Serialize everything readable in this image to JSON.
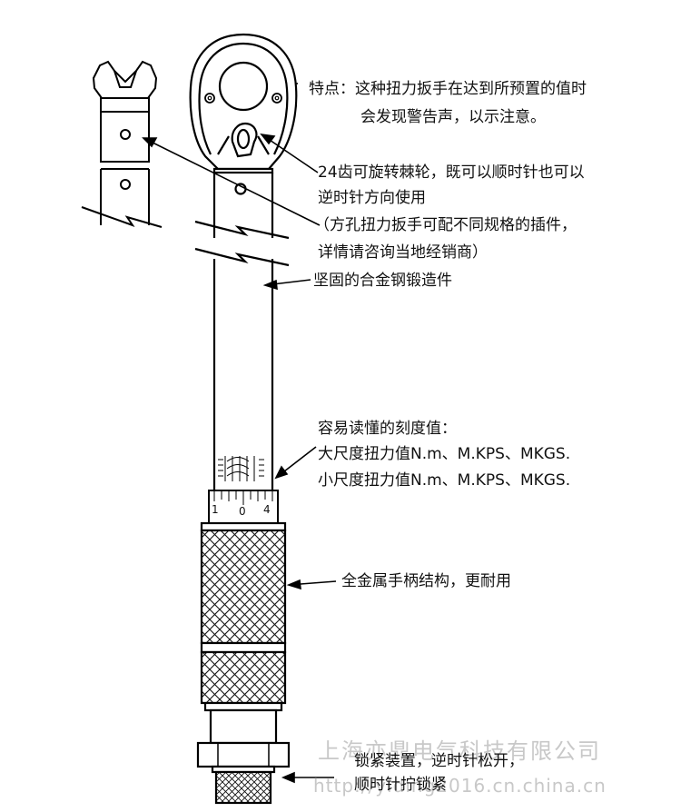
{
  "labels": {
    "feature_1": "特点：这种扭力扳手在达到所预置的值时",
    "feature_2": "会发现警告声，以示注意。",
    "ratchet_1": "24齿可旋转棘轮，既可以顺时针也可以",
    "ratchet_2": "逆时针方向使用",
    "ratchet_3": "（方孔扭力扳手可配不同规格的插件，",
    "ratchet_4": "详情请咨询当地经销商）",
    "forged": "坚固的合金钢锻造件",
    "scale_1": "容易读懂的刻度值：",
    "scale_2": "大尺度扭力值N.m、M.KPS、MKGS.",
    "scale_3": "小尺度扭力值N.m、M.KPS、MKGS.",
    "handle": "全金属手柄结构，更耐用",
    "lock_1": "锁紧装置，逆时针松开，",
    "lock_2": "顺时针拧锁紧"
  },
  "dial": {
    "ticks": [
      "1",
      "0",
      "4"
    ]
  },
  "watermark": {
    "line_1": "上海亦鼎电气科技有限公司",
    "line_2": "http://yiding2016.cn.china.cn"
  },
  "colors": {
    "line": "#000000",
    "text": "#111111",
    "watermark": "#c8c8c8"
  }
}
